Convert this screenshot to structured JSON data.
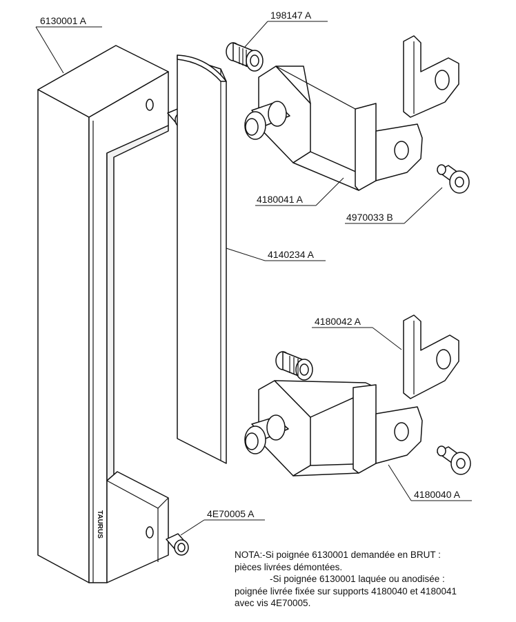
{
  "part_labels": {
    "handle": "6130001 A",
    "nut_top": "198147 A",
    "bracket_top": "4180041 A",
    "screw_top": "4970033 B",
    "plate": "4140234 A",
    "shim": "4180042 A",
    "bracket_bottom": "4180040 A",
    "screw_bottom": "4E70005 A"
  },
  "brand_mark": "TAURUS",
  "note": {
    "line1": "NOTA:-Si poignée 6130001 demandée en BRUT :",
    "line2": "pièces livrées démontées.",
    "line3": "-Si poignée 6130001 laquée ou anodisée :",
    "line4": "poignée livrée fixée sur supports 4180040 et 4180041",
    "line5": "avec vis 4E70005."
  }
}
